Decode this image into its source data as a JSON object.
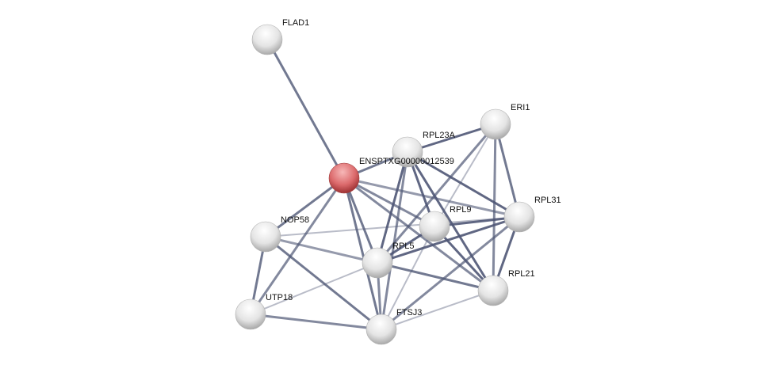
{
  "network": {
    "query_color": "#d9585b",
    "node_color": "#e6e6e6",
    "edge_color": "#4f5775",
    "nodes": [
      {
        "id": "FLAD1",
        "label": "FLAD1"
      },
      {
        "id": "ENSPTX",
        "label": "ENSPTXG00000012539",
        "query": true
      },
      {
        "id": "RPL23A",
        "label": "RPL23A"
      },
      {
        "id": "ERI1",
        "label": "ERI1"
      },
      {
        "id": "RPL31",
        "label": "RPL31"
      },
      {
        "id": "RPL9",
        "label": "RPL9"
      },
      {
        "id": "NOP58",
        "label": "NOP58"
      },
      {
        "id": "RPL5",
        "label": "RPL5"
      },
      {
        "id": "RPL21",
        "label": "RPL21"
      },
      {
        "id": "UTP18",
        "label": "UTP18"
      },
      {
        "id": "FTSJ3",
        "label": "FTSJ3"
      }
    ],
    "edges": [
      [
        "FLAD1",
        "ENSPTX",
        0.8
      ],
      [
        "ENSPTX",
        "RPL23A",
        0.8
      ],
      [
        "ENSPTX",
        "NOP58",
        0.8
      ],
      [
        "ENSPTX",
        "UTP18",
        0.7
      ],
      [
        "ENSPTX",
        "RPL5",
        0.8
      ],
      [
        "ENSPTX",
        "FTSJ3",
        0.8
      ],
      [
        "ENSPTX",
        "RPL9",
        0.7
      ],
      [
        "ENSPTX",
        "RPL31",
        0.6
      ],
      [
        "ENSPTX",
        "RPL21",
        0.7
      ],
      [
        "RPL23A",
        "ERI1",
        0.9
      ],
      [
        "RPL23A",
        "RPL9",
        0.9
      ],
      [
        "RPL23A",
        "RPL5",
        0.9
      ],
      [
        "RPL23A",
        "RPL31",
        0.9
      ],
      [
        "RPL23A",
        "RPL21",
        0.9
      ],
      [
        "RPL23A",
        "FTSJ3",
        0.7
      ],
      [
        "ERI1",
        "RPL5",
        0.7
      ],
      [
        "ERI1",
        "RPL9",
        0.4
      ],
      [
        "ERI1",
        "RPL31",
        0.8
      ],
      [
        "ERI1",
        "RPL21",
        0.7
      ],
      [
        "RPL31",
        "RPL9",
        0.9
      ],
      [
        "RPL31",
        "RPL5",
        0.9
      ],
      [
        "RPL31",
        "RPL21",
        0.9
      ],
      [
        "RPL31",
        "NOP58",
        0.4
      ],
      [
        "RPL31",
        "FTSJ3",
        0.7
      ],
      [
        "RPL9",
        "RPL5",
        0.9
      ],
      [
        "RPL9",
        "RPL21",
        0.9
      ],
      [
        "RPL9",
        "FTSJ3",
        0.4
      ],
      [
        "NOP58",
        "RPL5",
        0.6
      ],
      [
        "NOP58",
        "UTP18",
        0.8
      ],
      [
        "NOP58",
        "FTSJ3",
        0.8
      ],
      [
        "RPL5",
        "RPL21",
        0.8
      ],
      [
        "RPL5",
        "FTSJ3",
        0.7
      ],
      [
        "RPL5",
        "UTP18",
        0.4
      ],
      [
        "UTP18",
        "FTSJ3",
        0.7
      ],
      [
        "RPL21",
        "FTSJ3",
        0.4
      ]
    ]
  }
}
